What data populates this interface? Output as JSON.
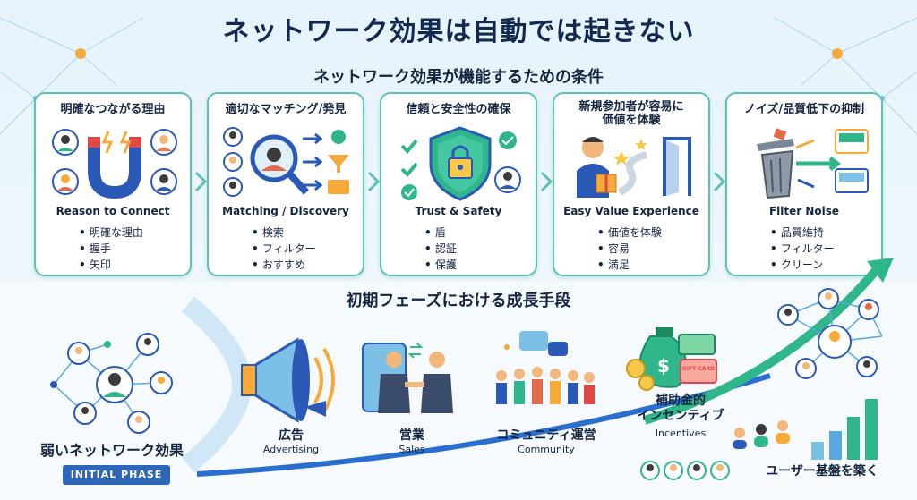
{
  "title": "ネットワーク効果は自動では起きない",
  "conditions": {
    "heading": "ネットワーク効果が機能するための条件",
    "cards": [
      {
        "title": "明確なつながる理由",
        "subtitle": "Reason to Connect",
        "items": [
          "明確な理由",
          "握手",
          "矢印"
        ],
        "icon": "magnet-connect-icon"
      },
      {
        "title": "適切なマッチング/発見",
        "subtitle": "Matching / Discovery",
        "items": [
          "検索",
          "フィルター",
          "おすすめ"
        ],
        "icon": "magnifier-match-icon"
      },
      {
        "title": "信頼と安全性の確保",
        "subtitle": "Trust & Safety",
        "items": [
          "盾",
          "認証",
          "保護"
        ],
        "icon": "shield-lock-icon"
      },
      {
        "title_line1": "新規参加者が容易に",
        "title_line2": "価値を体験",
        "subtitle": "Easy Value Experience",
        "items": [
          "価値を体験",
          "容易",
          "満足"
        ],
        "icon": "gift-door-icon"
      },
      {
        "title": "ノイズ/品質低下の抑制",
        "subtitle": "Filter Noise",
        "items": [
          "品質維持",
          "フィルター",
          "クリーン"
        ],
        "icon": "trash-filter-icon"
      }
    ]
  },
  "growth": {
    "heading": "初期フェーズにおける成長手段",
    "phase_label": "弱いネットワーク効果",
    "phase_badge": "INITIAL PHASE",
    "methods": [
      {
        "ja": "広告",
        "en": "Advertising",
        "icon": "megaphone-icon"
      },
      {
        "ja": "営業",
        "en": "Sales",
        "icon": "handshake-icon"
      },
      {
        "ja": "コミュニティ運営",
        "en": "Community",
        "icon": "community-icon"
      },
      {
        "ja_line1": "補助金的",
        "ja_line2": "インセンティブ",
        "en": "Incentives",
        "icon": "money-bag-icon"
      }
    ],
    "gift_card_label": "GIFT CARD",
    "user_base": "ユーザー基盤を築く"
  },
  "colors": {
    "accent_teal": "#5cc2b4",
    "title_navy": "#122a52",
    "badge_blue": "#2f66b8",
    "arrow_green": "#2fb68a"
  }
}
